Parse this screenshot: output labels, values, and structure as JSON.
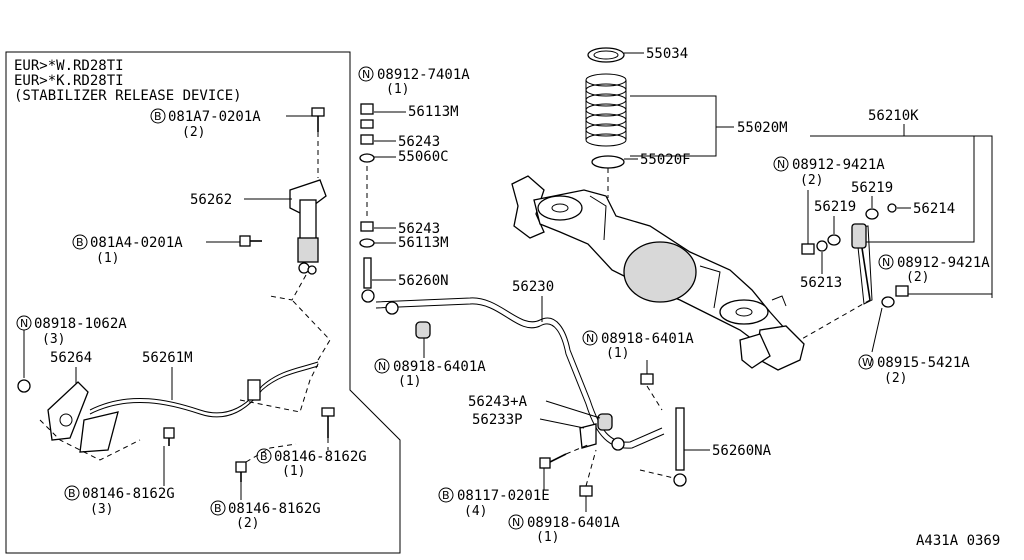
{
  "diagram": {
    "inset_header": {
      "line1": "EUR>*W.RD28TI",
      "line2": "EUR>*K.RD28TI",
      "line3": "(STABILIZER RELEASE DEVICE)"
    },
    "catalog_code": "A431A 0369",
    "parts": {
      "p55034": "55034",
      "p55020M": "55020M",
      "p55020F": "55020F",
      "p56210K": "56210K",
      "p08912_9421A_top": "08912-9421A",
      "p08912_9421A_top_qty": "(2)",
      "p56219_a": "56219",
      "p56219_b": "56219",
      "p56214": "56214",
      "p56213": "56213",
      "p08912_9421A_right": "08912-9421A",
      "p08912_9421A_right_qty": "(2)",
      "p08915_5421A": "08915-5421A",
      "p08915_5421A_qty": "(2)",
      "p08912_7401A": "08912-7401A",
      "p08912_7401A_qty": "(1)",
      "p56113M_top": "56113M",
      "p56243_top": "56243",
      "p55060C": "55060C",
      "p56243_mid": "56243",
      "p56113M_mid": "56113M",
      "p56260N": "56260N",
      "p56230": "56230",
      "p08918_6401A_left": "08918-6401A",
      "p08918_6401A_left_qty": "(1)",
      "p08918_6401A_right": "08918-6401A",
      "p08918_6401A_right_qty": "(1)",
      "p56243A": "56243+A",
      "p56233P": "56233P",
      "p56260NA": "56260NA",
      "p08117_0201E": "08117-0201E",
      "p08117_0201E_qty": "(4)",
      "p08918_6401A_bottom": "08918-6401A",
      "p08918_6401A_bottom_qty": "(1)",
      "p081A7_0201A": "081A7-0201A",
      "p081A7_0201A_qty": "(2)",
      "p56262": "56262",
      "p081A4_0201A": "081A4-0201A",
      "p081A4_0201A_qty": "(1)",
      "p08918_1062A": "08918-1062A",
      "p08918_1062A_qty": "(3)",
      "p56264": "56264",
      "p56261M": "56261M",
      "p08146_8162G_a": "08146-8162G",
      "p08146_8162G_a_qty": "(1)",
      "p08146_8162G_b": "08146-8162G",
      "p08146_8162G_b_qty": "(3)",
      "p08146_8162G_c": "08146-8162G",
      "p08146_8162G_c_qty": "(2)"
    },
    "badges": {
      "N": "N",
      "B": "B",
      "W": "W"
    }
  }
}
